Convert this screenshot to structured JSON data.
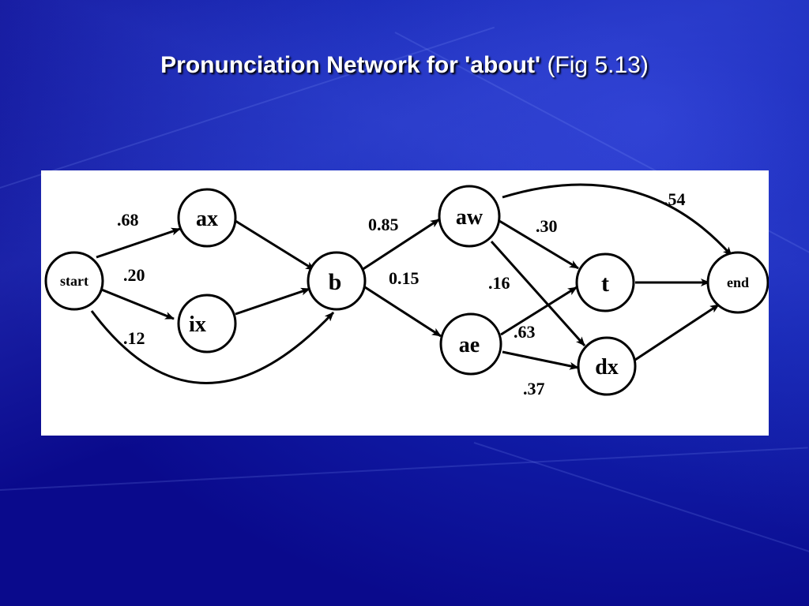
{
  "slide": {
    "title_bold": "Pronunciation Network for 'about'",
    "title_rest": "(Fig 5.13)"
  },
  "diagram": {
    "nodes": {
      "start": "start",
      "ax": "ax",
      "ix": "ix",
      "b": "b",
      "aw": "aw",
      "ae": "ae",
      "t": "t",
      "dx": "dx",
      "end": "end"
    },
    "edges": {
      "start_ax": ".68",
      "start_ix": ".20",
      "start_b": ".12",
      "b_aw": "0.85",
      "b_ae": "0.15",
      "aw_t": ".30",
      "aw_dx": ".16",
      "aw_end": ".54",
      "ae_t": ".63",
      "ae_dx": ".37"
    }
  },
  "colors": {
    "background": "#0a0a8c",
    "title_text": "#ffffff",
    "panel": "#ffffff"
  }
}
